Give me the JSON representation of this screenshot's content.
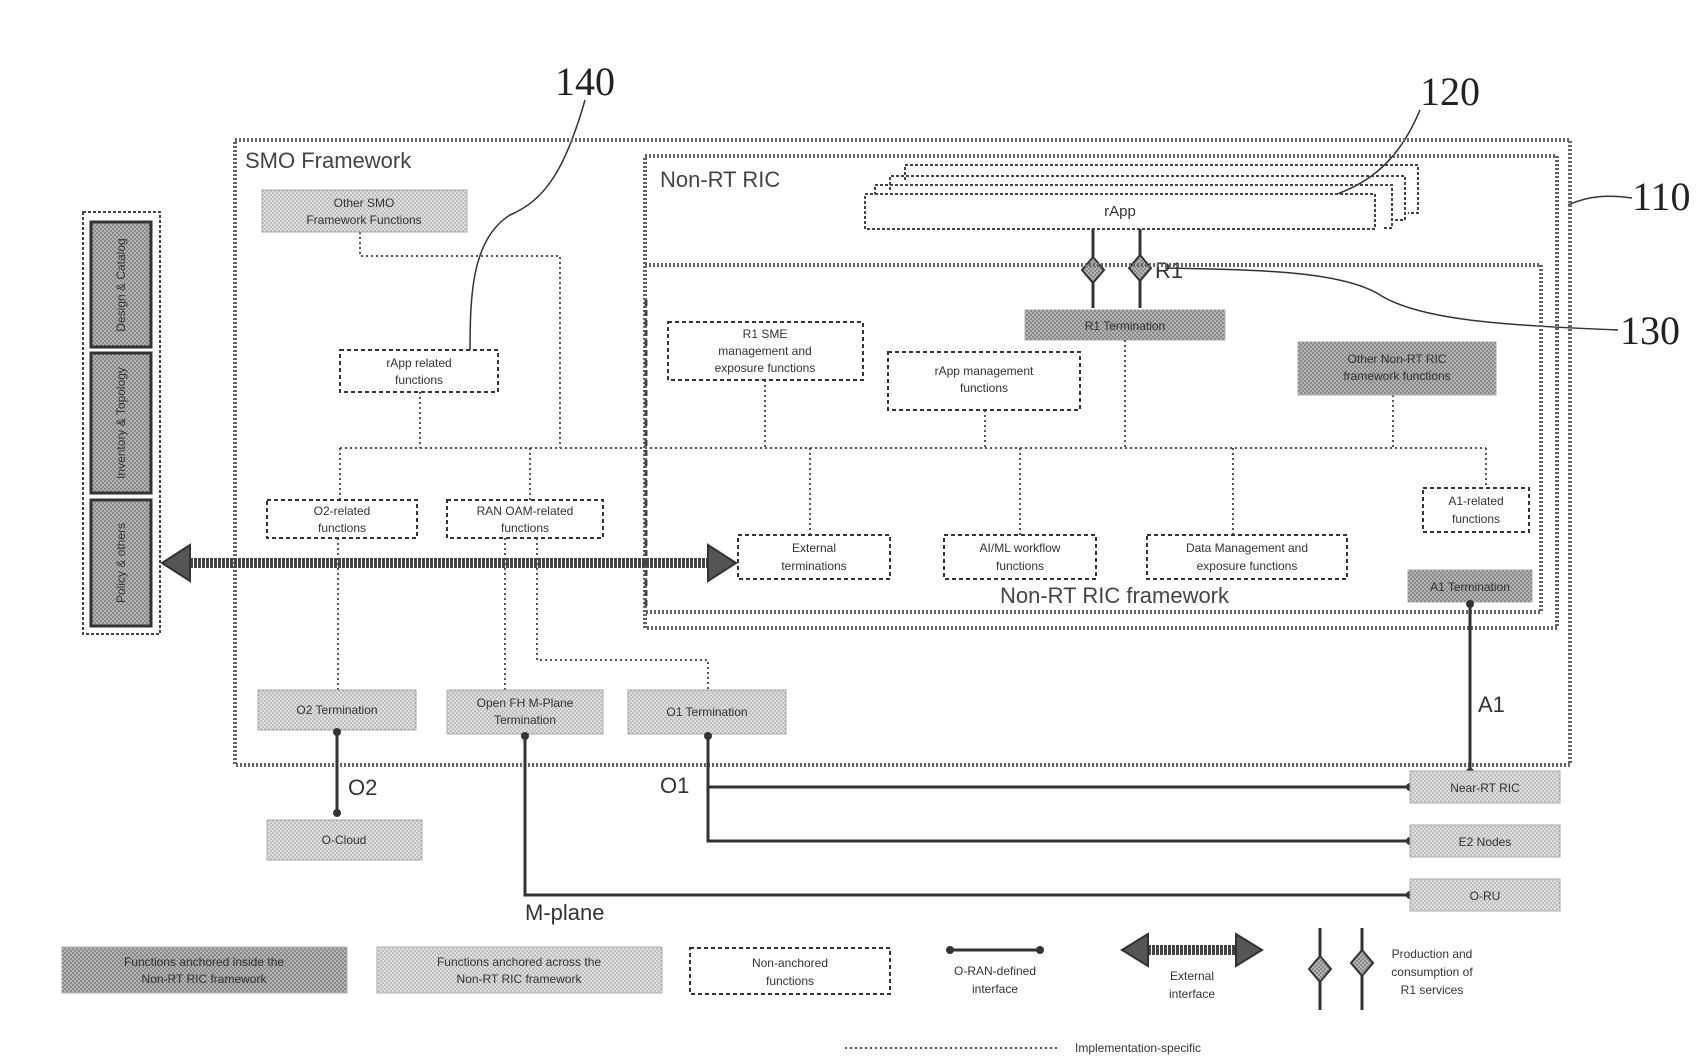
{
  "refs": {
    "r140": "140",
    "r120": "120",
    "r110": "110",
    "r130": "130"
  },
  "frames": {
    "smo": "SMO Framework",
    "nonrt_ric": "Non-RT RIC",
    "framework": "Non-RT RIC framework"
  },
  "external_stack": [
    "Design & Catalog",
    "Inventory & Topology",
    "Policy & others"
  ],
  "smo_boxes": {
    "other_smo": [
      "Other SMO",
      "Framework Functions"
    ],
    "r1_related": [
      "rApp related",
      "functions"
    ],
    "o2_related": [
      "O2-related",
      "functions"
    ],
    "ran_oam": [
      "RAN OAM-related",
      "functions"
    ],
    "o2_term": [
      "O2 Termination"
    ],
    "open_fh": [
      "Open FH M-Plane",
      "Termination"
    ],
    "o1_term": [
      "O1 Termination"
    ]
  },
  "ric_boxes": {
    "rapp": "rApp",
    "r1_term": "R1 Termination",
    "r1_sme": [
      "R1 SME",
      "management and",
      "exposure functions"
    ],
    "rapp_mgmt": [
      "rApp management",
      "functions"
    ],
    "other_ric": [
      "Other Non-RT RIC",
      "framework functions"
    ],
    "external_term": [
      "External",
      "terminations"
    ],
    "aiml": [
      "AI/ML workflow",
      "functions"
    ],
    "data_mgmt": [
      "Data Management and",
      "exposure functions"
    ],
    "a1_related": [
      "A1-related",
      "functions"
    ],
    "a1_term": "A1 Termination"
  },
  "interfaces": {
    "r1": "R1",
    "a1": "A1",
    "o2": "O2",
    "o1": "O1",
    "mplane": "M-plane"
  },
  "targets": {
    "o_cloud": "O-Cloud",
    "near_rt": "Near-RT RIC",
    "e2_nodes": "E2 Nodes",
    "o_ru": "O-RU"
  },
  "legend": {
    "anchored": [
      "Functions anchored inside the",
      "Non-RT RIC framework"
    ],
    "across": [
      "Functions anchored across the",
      "Non-RT RIC framework"
    ],
    "non_anchored": [
      "Non-anchored",
      "functions"
    ],
    "oran_iface": [
      "O-RAN-defined",
      "interface"
    ],
    "external_iface": [
      "External",
      "interface"
    ],
    "r1_services": [
      "Production and",
      "consumption of",
      "R1 services"
    ],
    "impl_specific": "Implementation-specific"
  },
  "colors": {
    "dark_fill": "#9a9a9a",
    "light_fill": "#c8c8c8",
    "line": "#444444",
    "frame": "#7a7a7a"
  }
}
